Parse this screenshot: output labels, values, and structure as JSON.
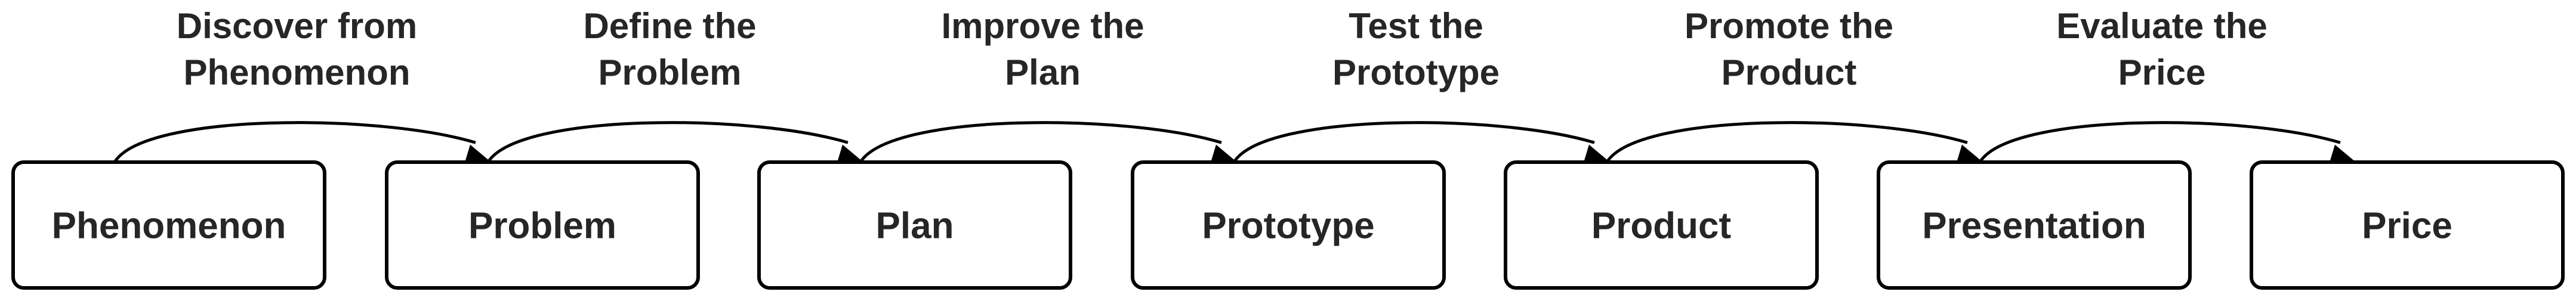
{
  "diagram": {
    "nodes": [
      {
        "id": "phenomenon",
        "label": "Phenomenon"
      },
      {
        "id": "problem",
        "label": "Problem"
      },
      {
        "id": "plan",
        "label": "Plan"
      },
      {
        "id": "prototype",
        "label": "Prototype"
      },
      {
        "id": "product",
        "label": "Product"
      },
      {
        "id": "presentation",
        "label": "Presentation"
      },
      {
        "id": "price",
        "label": "Price"
      }
    ],
    "edges": [
      {
        "from": "phenomenon",
        "to": "problem",
        "label_lines": [
          "Discover from",
          "Phenomenon"
        ]
      },
      {
        "from": "problem",
        "to": "plan",
        "label_lines": [
          "Define the",
          "Problem"
        ]
      },
      {
        "from": "plan",
        "to": "prototype",
        "label_lines": [
          "Improve the",
          "Plan"
        ]
      },
      {
        "from": "prototype",
        "to": "product",
        "label_lines": [
          "Test the",
          "Prototype"
        ]
      },
      {
        "from": "product",
        "to": "presentation",
        "label_lines": [
          "Promote the",
          "Product"
        ]
      },
      {
        "from": "presentation",
        "to": "price",
        "label_lines": [
          "Evaluate the",
          "Price"
        ]
      }
    ]
  }
}
